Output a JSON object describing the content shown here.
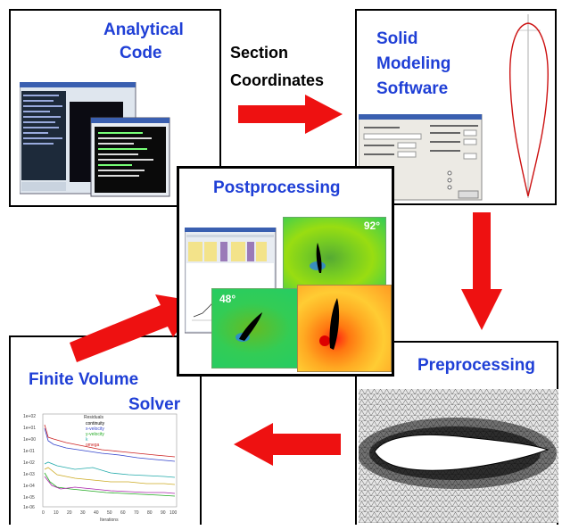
{
  "boxes": {
    "analytical": {
      "title_line1": "Analytical",
      "title_line2": "Code"
    },
    "solid": {
      "title_line1": "Solid",
      "title_line2": "Modeling",
      "title_line3": "Software"
    },
    "post": {
      "title": "Postprocessing",
      "angle_a": "92°",
      "angle_b": "48°"
    },
    "pre": {
      "title": "Preprocessing"
    },
    "solver": {
      "title_line1": "Finite Volume",
      "title_line2": "Solver",
      "legend_title": "Residuals",
      "legend_items": [
        "continuity",
        "x-velocity",
        "y-velocity",
        "k",
        "omega"
      ],
      "xlabel": "Iterations",
      "x_ticks": [
        "0",
        "10",
        "20",
        "30",
        "40",
        "50",
        "60",
        "70",
        "80",
        "90",
        "100"
      ],
      "y_ticks": [
        "1e+02",
        "1e+01",
        "1e+00",
        "1e-01",
        "1e-02",
        "1e-03",
        "1e-04",
        "1e-05",
        "1e-06"
      ]
    }
  },
  "connector": {
    "line1": "Section",
    "line2": "Coordinates"
  },
  "colors": {
    "title_blue": "#1f3fd6",
    "arrow_red": "#ee1111"
  }
}
